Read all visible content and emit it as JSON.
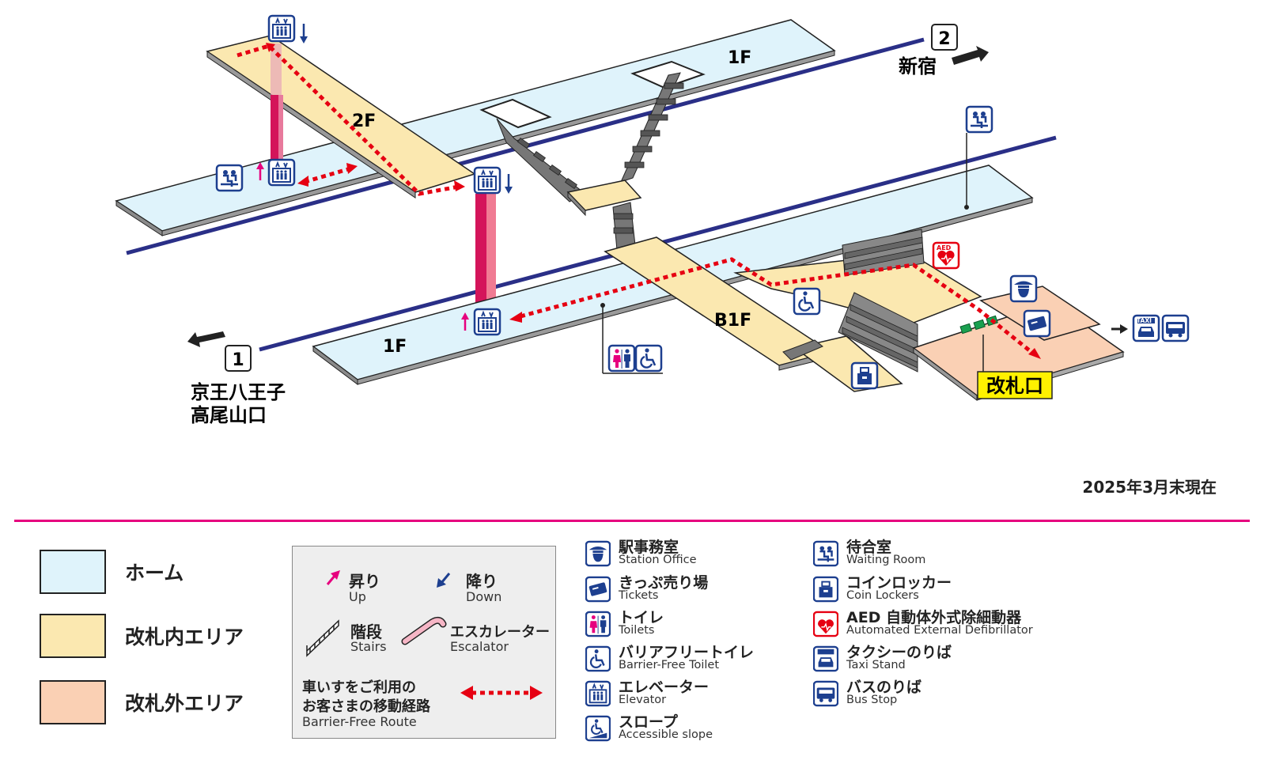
{
  "map_labels": {
    "floor_2f": "2F",
    "floor_1f_upper": "1F",
    "floor_1f_lower": "1F",
    "floor_b1f": "B1F",
    "track_2_number": "2",
    "track_2_dest": "新宿",
    "track_1_number": "1",
    "track_1_dest_line1": "京王八王子",
    "track_1_dest_line2": "高尾山口",
    "ticket_gate": "改札口",
    "aed_mark": "AED",
    "taxi_mark": "TAXI"
  },
  "as_of": "2025年3月末現在",
  "areas": [
    {
      "label": "ホーム",
      "color": "#dff3fb"
    },
    {
      "label": "改札内エリア",
      "color": "#fbe8b0"
    },
    {
      "label": "改札外エリア",
      "color": "#fad0b4"
    }
  ],
  "key": {
    "up_jp": "昇り",
    "up_en": "Up",
    "down_jp": "降り",
    "down_en": "Down",
    "stairs_jp": "階段",
    "stairs_en": "Stairs",
    "escalator_jp": "エスカレーター",
    "escalator_en": "Escalator",
    "route_jp_line1": "車いすをご利用の",
    "route_jp_line2": "お客さまの移動経路",
    "route_en": "Barrier-Free Route"
  },
  "legend_left": [
    {
      "jp": "駅事務室",
      "en": "Station Office",
      "icon": "station-office-icon"
    },
    {
      "jp": "きっぷ売り場",
      "en": "Tickets",
      "icon": "ticket-icon"
    },
    {
      "jp": "トイレ",
      "en": "Toilets",
      "icon": "toilet-icon"
    },
    {
      "jp": "バリアフリートイレ",
      "en": "Barrier-Free Toilet",
      "icon": "wheelchair-icon"
    },
    {
      "jp": "エレベーター",
      "en": "Elevator",
      "icon": "elevator-icon"
    },
    {
      "jp": "スロープ",
      "en": "Accessible slope",
      "icon": "slope-icon"
    }
  ],
  "legend_right": [
    {
      "jp": "待合室",
      "en": "Waiting Room",
      "icon": "waiting-room-icon"
    },
    {
      "jp": "コインロッカー",
      "en": "Coin Lockers",
      "icon": "coin-locker-icon"
    },
    {
      "jp": "AED 自動体外式除細動器",
      "en": "Automated External Defibrillator",
      "icon": "aed-icon"
    },
    {
      "jp": "タクシーのりば",
      "en": "Taxi Stand",
      "icon": "taxi-icon"
    },
    {
      "jp": "バスのりば",
      "en": "Bus Stop",
      "icon": "bus-icon"
    }
  ],
  "colors": {
    "platform": "#dff3fb",
    "inside_gate": "#fbe8b0",
    "outside_gate": "#fad0b4",
    "track": "#2a2f87",
    "route": "#e60012",
    "accent_pink": "#e6007e",
    "icon_blue": "#1d3f8f",
    "gate_label_bg": "#fff100"
  }
}
